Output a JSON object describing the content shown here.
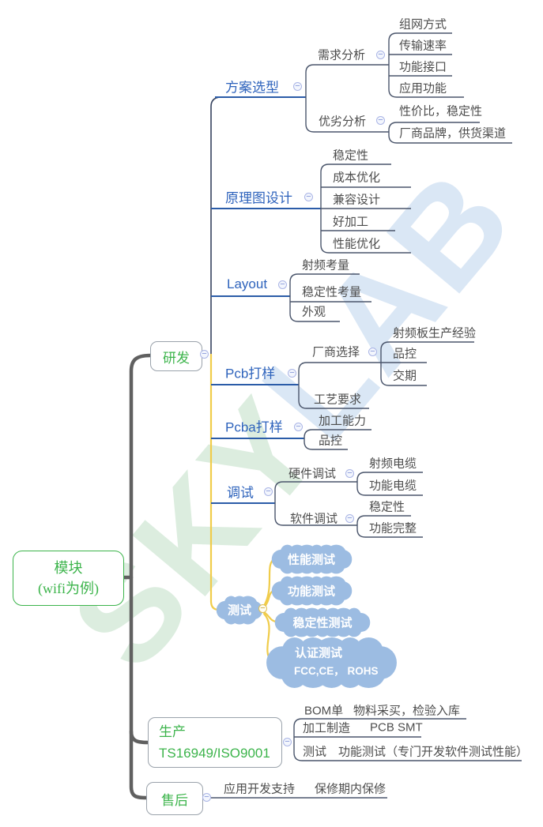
{
  "watermark": {
    "left": "SKY",
    "right": "LAB"
  },
  "icons": {
    "collapse": "−"
  },
  "root": {
    "line1": "模块",
    "line2": "(wifi为例)"
  },
  "rd": {
    "label": "研发",
    "plan": {
      "label": "方案选型",
      "req": {
        "label": "需求分析",
        "items": [
          "组网方式",
          "传输速率",
          "功能接口",
          "应用功能"
        ]
      },
      "pros": {
        "label": "优劣分析",
        "items": [
          "性价比，稳定性",
          "厂商品牌，供货渠道"
        ]
      }
    },
    "schematic": {
      "label": "原理图设计",
      "items": [
        "稳定性",
        "成本优化",
        "兼容设计",
        "好加工",
        "性能优化"
      ]
    },
    "layout": {
      "label": "Layout",
      "items": [
        "射频考量",
        "稳定性考量",
        "外观"
      ]
    },
    "pcb": {
      "label": "Pcb打样",
      "vendor": {
        "label": "厂商选择",
        "items": [
          "射频板生产经验",
          "品控",
          "交期"
        ]
      },
      "craft": {
        "label": "工艺要求"
      }
    },
    "pcba": {
      "label": "Pcba打样",
      "items": [
        "加工能力",
        "品控"
      ]
    },
    "debug": {
      "label": "调试",
      "hw": {
        "label": "硬件调试",
        "items": [
          "射频电缆",
          "功能电缆"
        ]
      },
      "sw": {
        "label": "软件调试",
        "items": [
          "稳定性",
          "功能完整"
        ]
      }
    },
    "test": {
      "label": "测试",
      "clouds": [
        "性能测试",
        "功能测试",
        "稳定性测试"
      ],
      "cert": {
        "line1": "认证测试",
        "line2": "FCC,CE， ROHS"
      }
    }
  },
  "production": {
    "label": "生产",
    "cert": "TS16949/ISO9001",
    "bom": {
      "label": "BOM单",
      "detail": "物料采买，检验入库"
    },
    "mfg": {
      "label": "加工制造",
      "detail": "PCB SMT"
    },
    "test": {
      "label": "测试",
      "detail": "功能测试（专门开发软件测试性能）"
    }
  },
  "aftersale": {
    "label": "售后",
    "support": "应用开发支持",
    "warranty": "保修期内保修"
  }
}
